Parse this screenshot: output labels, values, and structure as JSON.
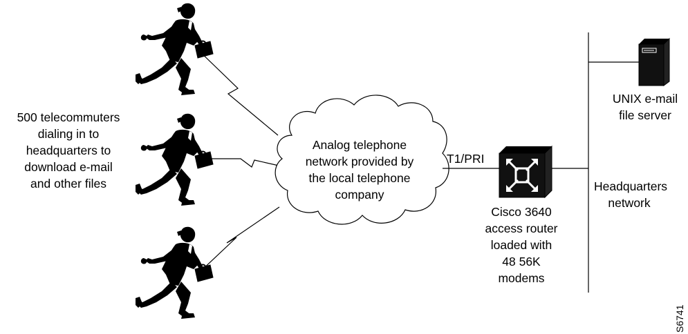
{
  "telecommuters": {
    "label_lines": [
      "500 telecommuters",
      "dialing in to",
      "headquarters to",
      "download e-mail",
      "and other files"
    ],
    "figures": [
      "telecommuter-top",
      "telecommuter-middle",
      "telecommuter-bottom"
    ],
    "figure_icon": "running-businessman-icon"
  },
  "cloud": {
    "label_lines": [
      "Analog telephone",
      "network provided by",
      "the local telephone",
      "company"
    ]
  },
  "link": {
    "label": "T1/PRI"
  },
  "router": {
    "icon": "router-icon",
    "label_lines": [
      "Cisco 3640",
      "access router",
      "loaded with",
      "48 56K",
      "modems"
    ]
  },
  "server": {
    "icon": "server-tower-icon",
    "label_lines": [
      "UNIX e-mail",
      "file server"
    ]
  },
  "hq_network": {
    "label_lines": [
      "Headquarters",
      "network"
    ]
  },
  "figure_id": "S6741",
  "colors": {
    "ink": "#000000",
    "background": "#ffffff",
    "router_face": "#1a1a1a",
    "server_body": "#111111"
  }
}
